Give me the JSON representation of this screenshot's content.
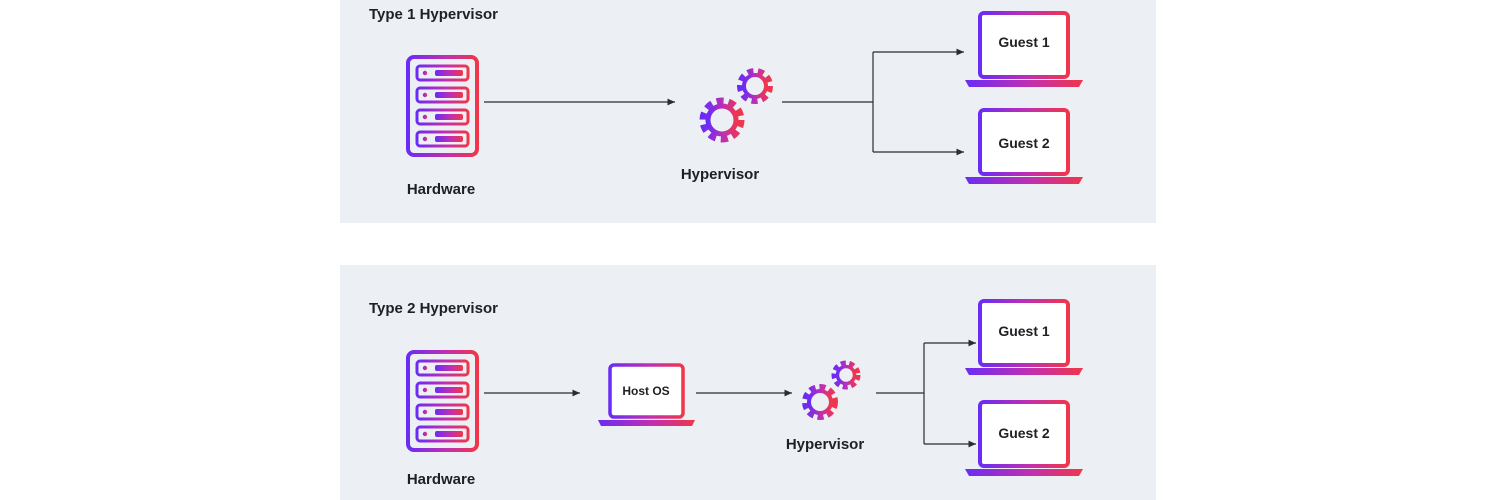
{
  "colors": {
    "gradient_start": "#6a2cf5",
    "gradient_mid": "#c02fb0",
    "gradient_end": "#f0364b",
    "panel_bg": "#eceff3",
    "connector": "#2a2d33"
  },
  "type1": {
    "title": "Type 1 Hypervisor",
    "hardware": {
      "label": "Hardware",
      "icon": "server-rack-icon"
    },
    "hypervisor": {
      "label": "Hypervisor",
      "icon": "gears-icon"
    },
    "guests": [
      {
        "label": "Guest 1",
        "icon": "laptop-icon"
      },
      {
        "label": "Guest 2",
        "icon": "laptop-icon"
      }
    ]
  },
  "type2": {
    "title": "Type 2 Hypervisor",
    "hardware": {
      "label": "Hardware",
      "icon": "server-rack-icon"
    },
    "host_os": {
      "label": "Host OS",
      "icon": "laptop-icon"
    },
    "hypervisor": {
      "label": "Hypervisor",
      "icon": "gears-icon"
    },
    "guests": [
      {
        "label": "Guest 1",
        "icon": "laptop-icon"
      },
      {
        "label": "Guest 2",
        "icon": "laptop-icon"
      }
    ]
  }
}
